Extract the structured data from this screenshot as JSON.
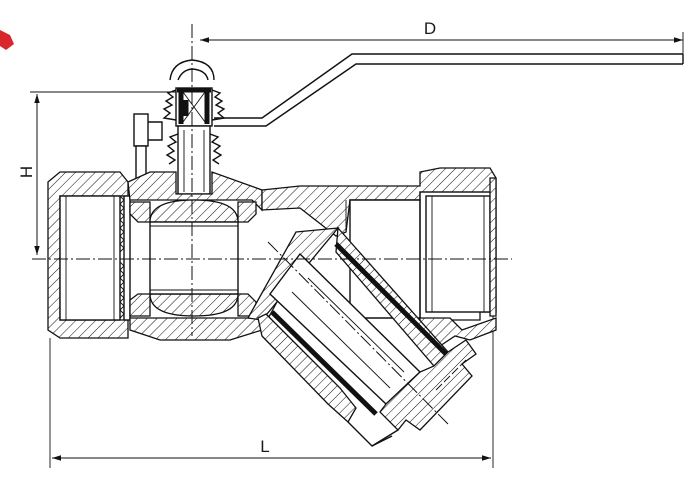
{
  "dimensions": {
    "d_label": "D",
    "h_label": "H",
    "l_label": "L"
  },
  "colors": {
    "line": "#111111",
    "background": "#ffffff",
    "corner_mark": "#d8262c"
  }
}
